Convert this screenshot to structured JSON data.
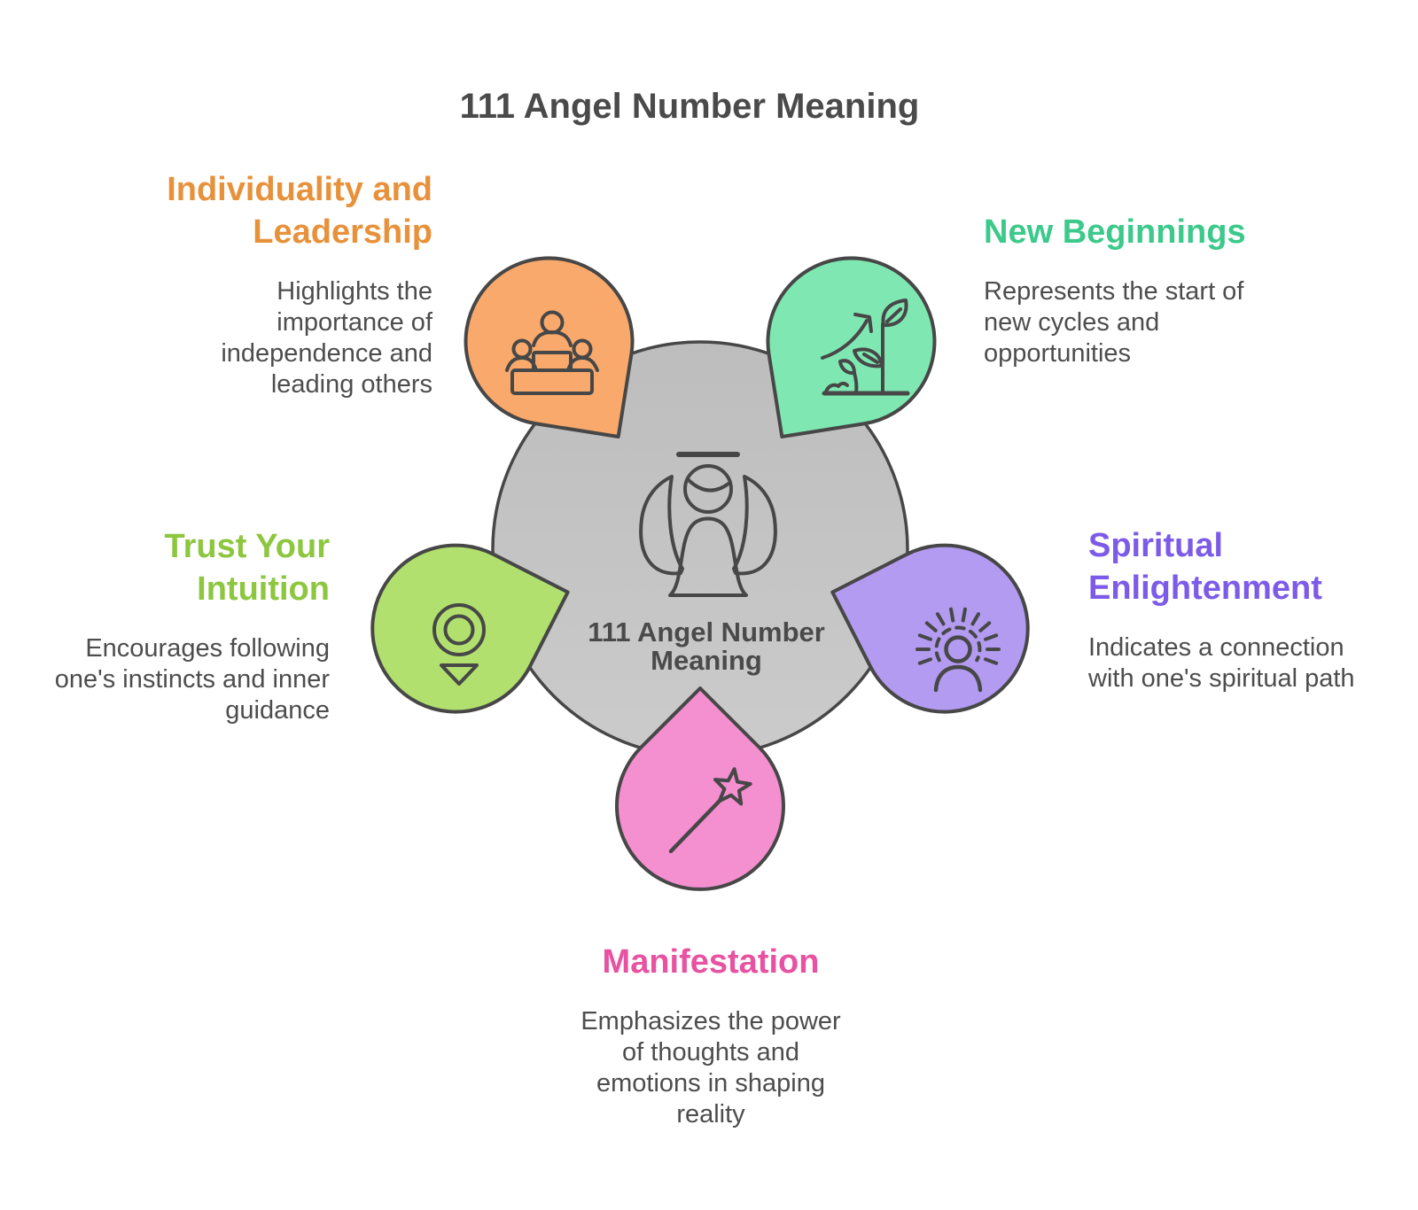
{
  "title": "111 Angel Number Meaning",
  "center": {
    "icon": "angel-icon",
    "label_line1": "111 Angel Number",
    "label_line2": "Meaning",
    "fill_top": "#BDBDBD",
    "fill_bottom": "#CBCBCB",
    "stroke": "#474747"
  },
  "colors": {
    "background": "#FFFFFF",
    "outline": "#474747",
    "body_text": "#4D4D4D",
    "title_text": "#4A4A4A"
  },
  "sections": [
    {
      "id": "individuality-leadership",
      "heading": "Individuality and\nLeadership",
      "description": "Highlights the\nimportance of\nindependence and\nleading others",
      "heading_color": "#E8913B",
      "petal_fill": "#F8A96B",
      "icon": "podium-icon",
      "position": "top-left"
    },
    {
      "id": "new-beginnings",
      "heading": "New Beginnings",
      "description": "Represents the start of\nnew cycles and\nopportunities",
      "heading_color": "#3CC98B",
      "petal_fill": "#7FE8B2",
      "icon": "growth-icon",
      "position": "top-right"
    },
    {
      "id": "spiritual-enlightenment",
      "heading": "Spiritual\nEnlightenment",
      "description": "Indicates a connection\nwith one's spiritual path",
      "heading_color": "#7C5BE8",
      "petal_fill": "#B29BF0",
      "icon": "enlightenment-person-icon",
      "position": "right"
    },
    {
      "id": "manifestation",
      "heading": "Manifestation",
      "description": "Emphasizes the power\nof thoughts and\nemotions in shaping\nreality",
      "heading_color": "#E852A1",
      "petal_fill": "#F48FD0",
      "icon": "magic-wand-icon",
      "position": "bottom"
    },
    {
      "id": "trust-your-intuition",
      "heading": "Trust Your\nIntuition",
      "description": "Encourages following\none's instincts and inner\nguidance",
      "heading_color": "#8DC63F",
      "petal_fill": "#B2E06E",
      "icon": "location-pin-icon",
      "position": "left"
    }
  ]
}
